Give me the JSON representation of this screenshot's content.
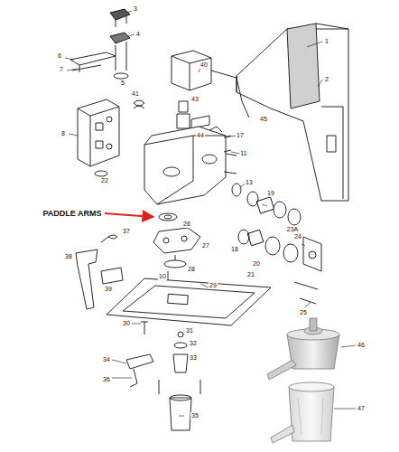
{
  "diagram": {
    "labels": [
      "1",
      "2",
      "3",
      "4",
      "5",
      "6",
      "7",
      "8",
      "22",
      "40",
      "41",
      "43",
      "44",
      "45",
      "17",
      "11",
      "13",
      "19",
      "23A",
      "24",
      "18",
      "20",
      "21",
      "25",
      "26",
      "27",
      "28",
      "29",
      "37",
      "38",
      "39",
      "10",
      "30",
      "31",
      "32",
      "33",
      "34",
      "36",
      "35",
      "46",
      "47",
      "PADDLE ARMS"
    ]
  }
}
